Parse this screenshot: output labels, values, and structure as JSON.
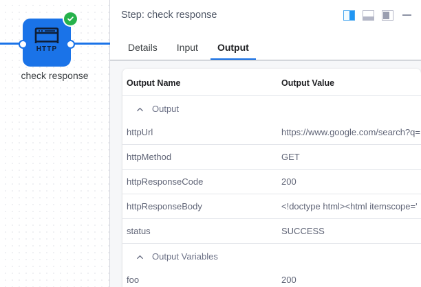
{
  "canvas": {
    "node": {
      "icon_name": "http-node-icon",
      "icon_label": "HTTP",
      "caption": "check response",
      "status_badge": "check-success",
      "color": "#1a73e8",
      "badge_color": "#26b24b"
    }
  },
  "panel": {
    "header": {
      "title": "Step: check response",
      "actions": [
        {
          "name": "layout-right-split",
          "label": "Right split layout"
        },
        {
          "name": "layout-bottom-split",
          "label": "Bottom split layout"
        },
        {
          "name": "layout-left-split",
          "label": "Left split layout"
        },
        {
          "name": "minimize",
          "label": "Minimize"
        }
      ]
    },
    "tabs": [
      {
        "label": "Details",
        "active": false
      },
      {
        "label": "Input",
        "active": false
      },
      {
        "label": "Output",
        "active": true
      }
    ],
    "table": {
      "columns": [
        "Output Name",
        "Output Value"
      ],
      "groups": [
        {
          "label": "Output",
          "expanded": true,
          "rows": [
            {
              "name": "httpUrl",
              "value": "https://www.google.com/search?q="
            },
            {
              "name": "httpMethod",
              "value": "GET"
            },
            {
              "name": "httpResponseCode",
              "value": "200"
            },
            {
              "name": "httpResponseBody",
              "value": "<!doctype html><html itemscope='"
            },
            {
              "name": "status",
              "value": "SUCCESS"
            }
          ]
        },
        {
          "label": "Output Variables",
          "expanded": true,
          "rows": [
            {
              "name": "foo",
              "value": "200"
            }
          ]
        }
      ]
    }
  },
  "colors": {
    "accent": "#1a73e8",
    "success": "#26b24b",
    "panel_bg": "#f6f7f9",
    "text": "#5f6476"
  }
}
